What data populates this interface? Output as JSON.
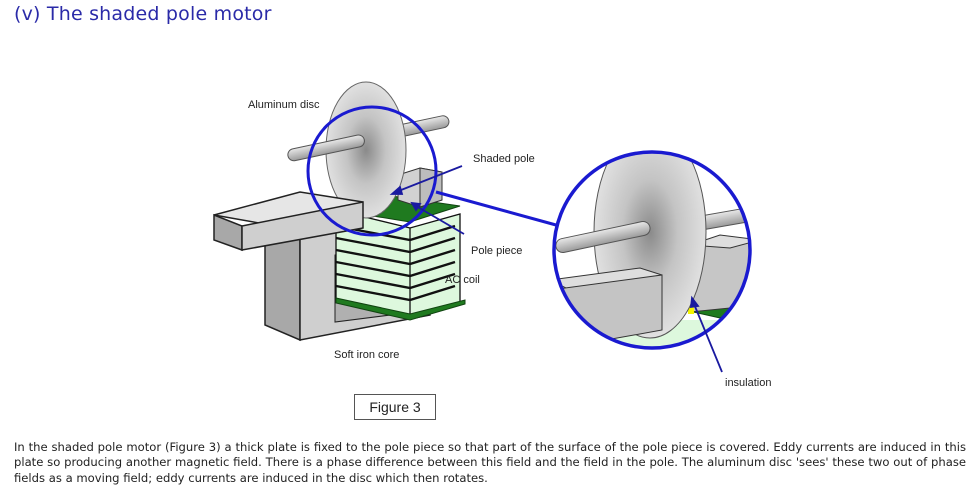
{
  "title": "(v) The shaded pole motor",
  "figure": {
    "labels": {
      "aluminum_disc": "Aluminum disc",
      "shaded_pole": "Shaded pole",
      "pole_piece": "Pole piece",
      "ac_coil": "AC coil",
      "soft_iron_core": "Soft iron core",
      "insulation": "insulation"
    },
    "caption": "Figure 3",
    "colors": {
      "highlight_circle": "#1a1ad0",
      "coil_fill": "#ddf8dd",
      "plate_green": "#1f7a1f",
      "insulation_yellow": "#f4f400",
      "metal_grey": "#c8c8c8"
    }
  },
  "body_text": "In the shaded pole motor (Figure 3) a thick plate is fixed to the pole piece so that part of the surface of the pole piece is covered. Eddy currents are induced in this plate so producing another magnetic field. There is a phase difference between this field and the field in the pole. The aluminum disc 'sees' these two out of phase fields as a moving field; eddy currents are induced in the disc which then rotates."
}
